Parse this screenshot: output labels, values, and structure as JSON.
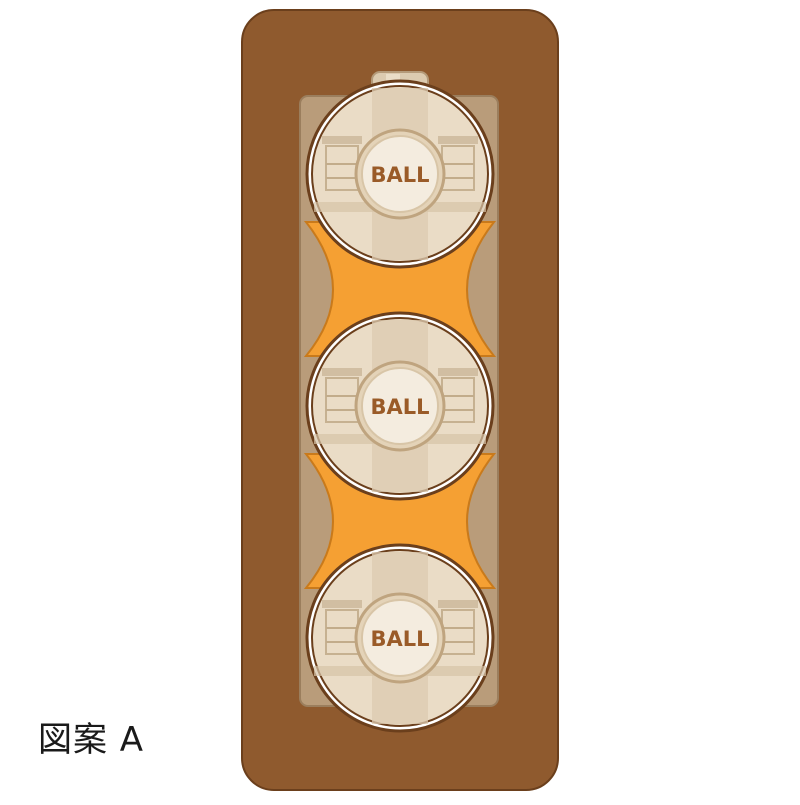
{
  "caption": "図案 A",
  "balls": [
    {
      "label": "BALL"
    },
    {
      "label": "BALL"
    },
    {
      "label": "BALL"
    }
  ],
  "colors": {
    "frame": "#8f5a2e",
    "frame_stroke": "#6b3f1c",
    "tray": "#b99c7a",
    "tube": "#e0d1b6",
    "clip": "#f5a033",
    "ball_fill": "#eadcc6",
    "ball_ring": "#6b3f1c",
    "ball_text": "#9a5b28"
  }
}
